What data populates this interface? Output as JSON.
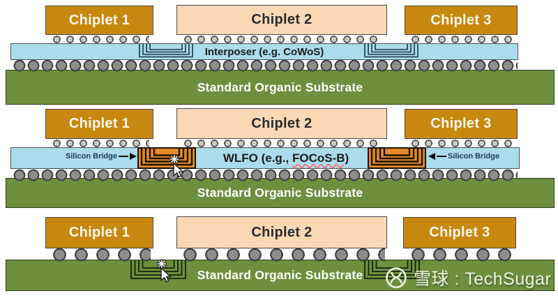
{
  "colors": {
    "chiplet_orange": "#c8880f",
    "chiplet_peach": "#fad8b6",
    "interposer_blue": "#abdbec",
    "silicon_bridge_orange": "#e48b2a",
    "substrate_green": "#6e8f3d",
    "bga_ball_gray": "#8d8d8d",
    "microbump_gray": "#c9c9c9",
    "spellcheck_underline_red": "#f07a7a",
    "silicon_bridge_label_navy": "#1d3a5a"
  },
  "sections": [
    {
      "id": "interposer-package",
      "chiplets": [
        {
          "label": "Chiplet 1"
        },
        {
          "label": "Chiplet 2"
        },
        {
          "label": "Chiplet 3"
        }
      ],
      "interposer_label": "Interposer (e.g. CoWoS)",
      "substrate_label": "Standard Organic Substrate"
    },
    {
      "id": "wlfo-bridge-package",
      "chiplets": [
        {
          "label": "Chiplet 1"
        },
        {
          "label": "Chiplet 2"
        },
        {
          "label": "Chiplet 3"
        }
      ],
      "wlfo_label_prefix": "WLFO (e.g., ",
      "wlfo_label_flagged": "FOCoS-B)",
      "silicon_bridge_left_label": "Silicon Bridge",
      "silicon_bridge_right_label": "Silicon Bridge",
      "substrate_label": "Standard Organic Substrate"
    },
    {
      "id": "direct-organic-substrate",
      "chiplets": [
        {
          "label": "Chiplet 1"
        },
        {
          "label": "Chiplet 2"
        },
        {
          "label": "Chiplet 3"
        }
      ],
      "substrate_label": "Standard Organic Substrate"
    }
  ],
  "watermark": {
    "logo_icon": "xueqiu-snowball-logo",
    "text": "雪球 : TechSugar"
  }
}
